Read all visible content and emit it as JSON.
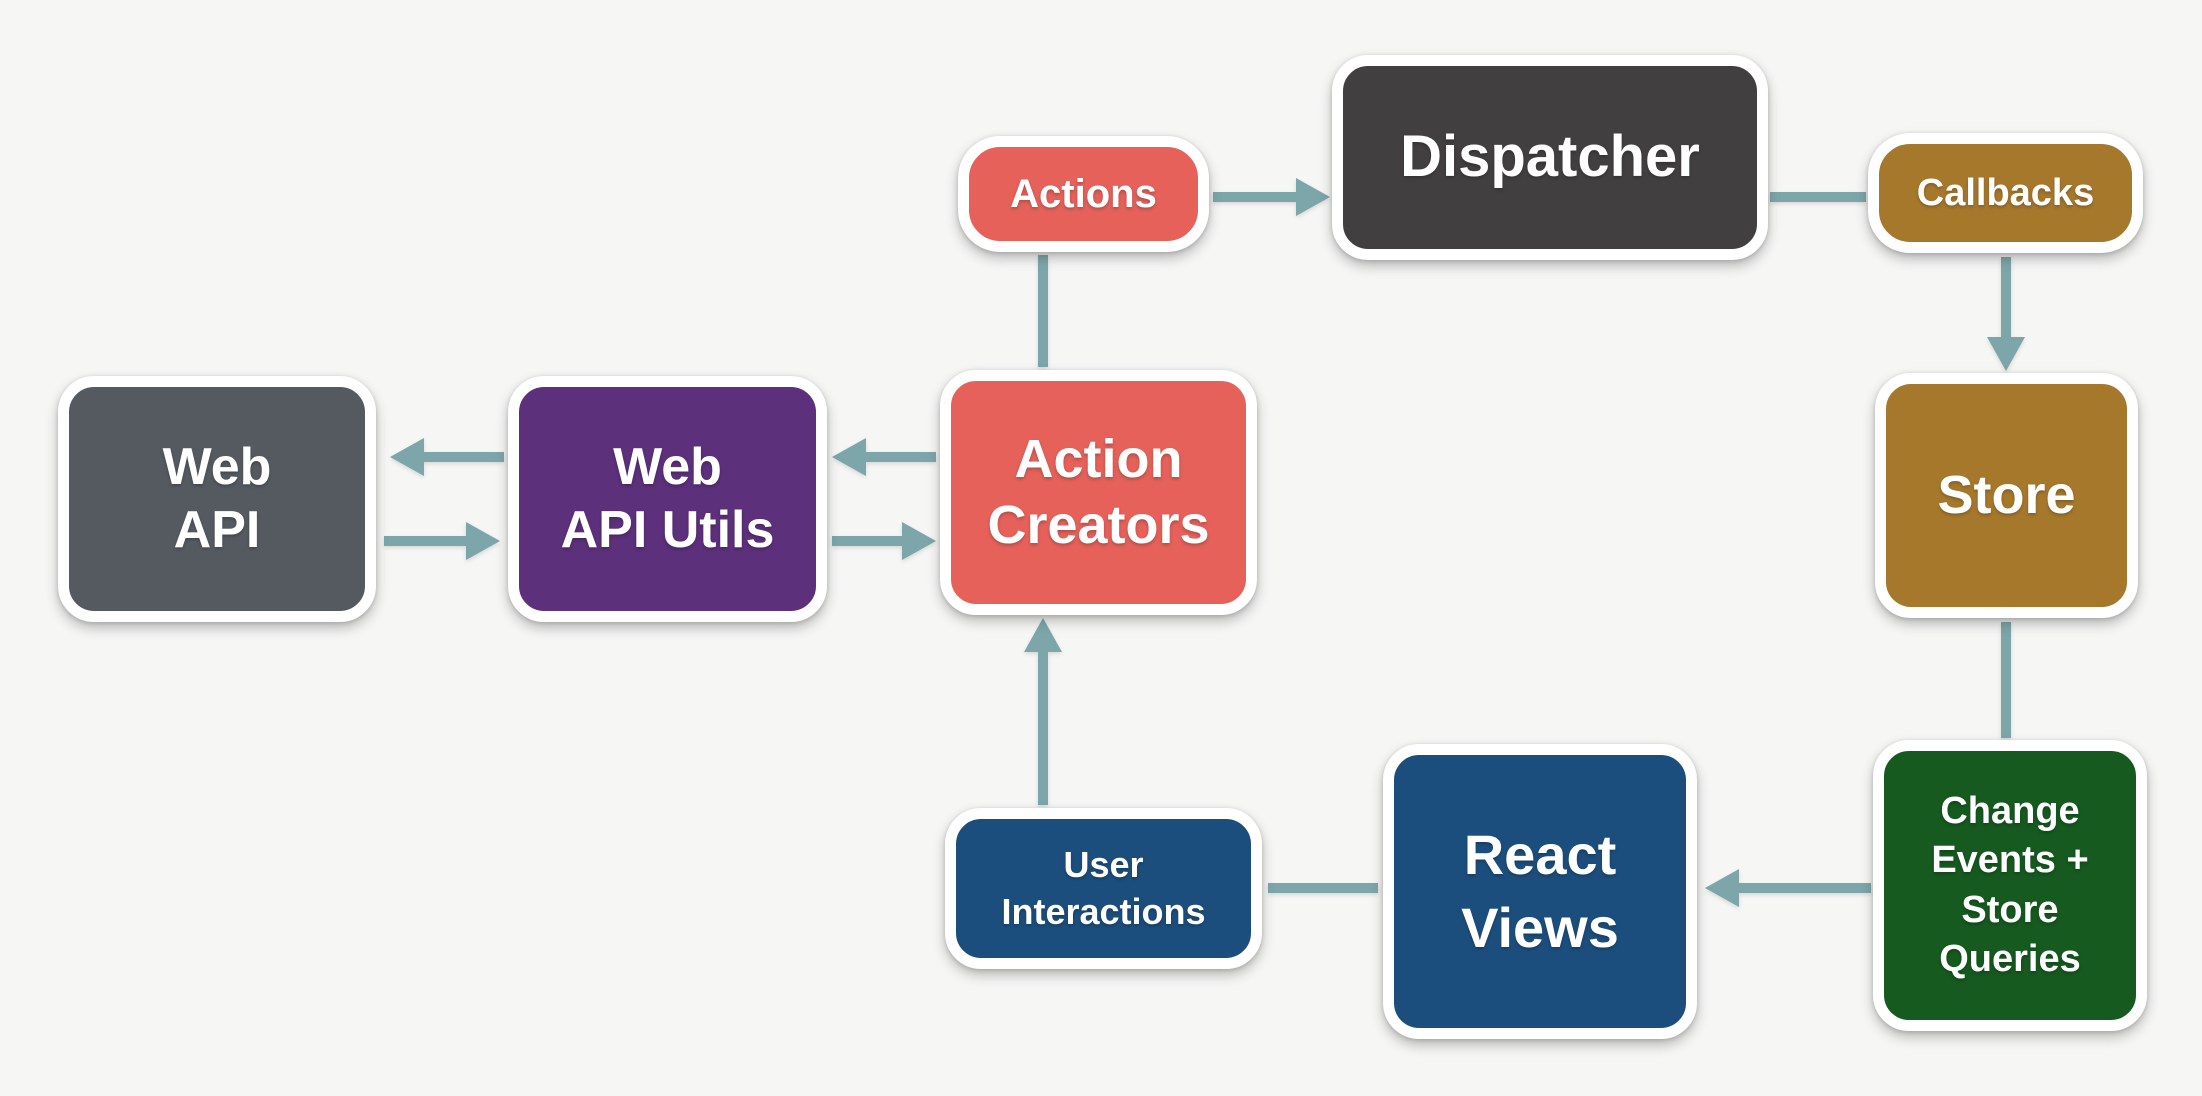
{
  "diagram": {
    "kind": "flux-architecture-flow",
    "colors": {
      "background": "#F6F6F5",
      "arrow": "#7CA6AA",
      "node_border": "#FFFFFF",
      "node_text": "#FFFFFF"
    },
    "nodes": {
      "actions": {
        "label": "Actions",
        "lines": [
          "Actions"
        ],
        "color": "#E5615A"
      },
      "dispatcher": {
        "label": "Dispatcher",
        "lines": [
          "Dispatcher"
        ],
        "color": "#423F40"
      },
      "callbacks": {
        "label": "Callbacks",
        "lines": [
          "Callbacks"
        ],
        "color": "#A6782C"
      },
      "web_api": {
        "label": "Web API",
        "lines": [
          "Web",
          "API"
        ],
        "color": "#555A61"
      },
      "web_api_utils": {
        "label": "Web API Utils",
        "lines": [
          "Web",
          "API Utils"
        ],
        "color": "#5C307B"
      },
      "action_creators": {
        "label": "Action Creators",
        "lines": [
          "Action",
          "Creators"
        ],
        "color": "#E5615A"
      },
      "store": {
        "label": "Store",
        "lines": [
          "Store"
        ],
        "color": "#A6782C"
      },
      "user_interactions": {
        "label": "User Interactions",
        "lines": [
          "User",
          "Interactions"
        ],
        "color": "#1C4E7D"
      },
      "react_views": {
        "label": "React Views",
        "lines": [
          "React",
          "Views"
        ],
        "color": "#1C4E7D"
      },
      "change_events": {
        "label": "Change Events + Store Queries",
        "lines": [
          "Change",
          "Events +",
          "Store",
          "Queries"
        ],
        "color": "#165A20"
      }
    },
    "edges": [
      {
        "from": "Actions",
        "to": "Dispatcher",
        "type": "arrow"
      },
      {
        "from": "Dispatcher",
        "to": "Callbacks",
        "type": "line"
      },
      {
        "from": "Callbacks",
        "to": "Store",
        "type": "arrow"
      },
      {
        "from": "Store",
        "to": "Change Events + Store Queries",
        "type": "line"
      },
      {
        "from": "Change Events + Store Queries",
        "to": "React Views",
        "type": "arrow"
      },
      {
        "from": "React Views",
        "to": "User Interactions",
        "type": "line"
      },
      {
        "from": "User Interactions",
        "to": "Action Creators",
        "type": "arrow"
      },
      {
        "from": "Action Creators",
        "to": "Actions",
        "type": "line"
      },
      {
        "from": "Action Creators",
        "to": "Web API Utils",
        "type": "arrow"
      },
      {
        "from": "Web API Utils",
        "to": "Action Creators",
        "type": "arrow"
      },
      {
        "from": "Web API Utils",
        "to": "Web API",
        "type": "arrow"
      },
      {
        "from": "Web API",
        "to": "Web API Utils",
        "type": "arrow"
      }
    ]
  }
}
